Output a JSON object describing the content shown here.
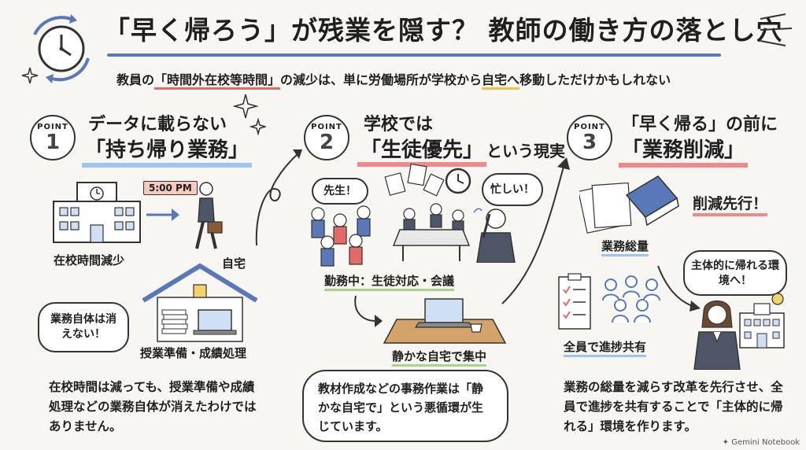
{
  "title": "「早く帰ろう」が残業を隠す？ 教師の働き方の落とし穴",
  "subtitle": {
    "prefix": "教員の",
    "highlight1": "「時間外在校等時間」",
    "mid": "の減少は、単に労働場所が学校から",
    "highlight2": "自宅へ",
    "suffix": "移動しただけかもしれない"
  },
  "points": [
    {
      "badge": "POINT",
      "number": "1",
      "line1": "データに載らない",
      "line2": "「持ち帰り業務」",
      "labels": {
        "time": "5:00 PM",
        "school_time": "在校時間減少",
        "home": "自宅",
        "bubble": "業務自体は消えない！",
        "home_work": "授業準備・成績処理"
      },
      "body": "在校時間は減っても、授業準備や成績処理などの業務自体が消えたわけではありません。"
    },
    {
      "badge": "POINT",
      "number": "2",
      "line1": "学校では",
      "line2": "「生徒優先」",
      "line2_suffix": "という現実",
      "labels": {
        "sensei": "先生！",
        "busy": "忙しい！",
        "at_work": "勤務中：生徒対応・会議",
        "home_focus": "静かな自宅で集中"
      },
      "body": "教材作成などの事務作業は「静かな自宅で」という悪循環が生じています。"
    },
    {
      "badge": "POINT",
      "number": "3",
      "line1": "「早く帰る」の前に",
      "line2": "「業務削減」",
      "labels": {
        "reduce_first": "削減先行！",
        "total_work": "業務総量",
        "share": "全員で進捗共有",
        "bubble": "主体的に帰れる環境へ！"
      },
      "body": "業務の総量を減らす改革を先行させ、全員で進捗を共有することで「主体的に帰れる」環境を作ります。"
    }
  ],
  "footer": "Gemini Notebook"
}
